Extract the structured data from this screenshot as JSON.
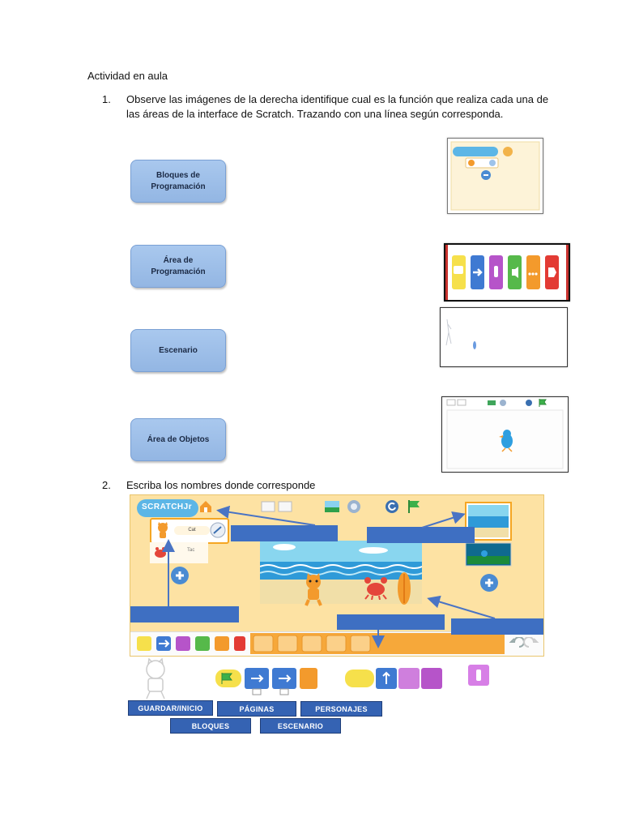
{
  "heading": "Actividad en aula",
  "questions": [
    {
      "number": "1.",
      "text": "Observe las imágenes de la derecha identifique cual es la función que realiza cada una de las áreas de la interface de Scratch. Trazando con una línea según corresponda."
    },
    {
      "number": "2.",
      "text": "Escriba los nombres donde corresponde"
    }
  ],
  "labels": [
    "Bloques de\nProgramación",
    "Área de\nProgramación",
    "Escenario",
    "Área de Objetos"
  ],
  "screenshot": {
    "logo": "SCRATCHJr",
    "sprite_cat_label": "Cat",
    "sprite_tac_label": "Tac"
  },
  "word_bank": {
    "row1": [
      "GUARDAR/INICIO",
      "PÁGINAS",
      "PERSONAJES"
    ],
    "row2": [
      "BLOQUES",
      "ESCENARIO"
    ]
  },
  "icons": [
    "home-icon",
    "plus-icon",
    "green-flag-icon",
    "undo-icon",
    "redo-icon",
    "fullscreen-icon",
    "background-icon",
    "camera-icon",
    "reset-icon"
  ],
  "colors": {
    "label_box": "#a9c8ee",
    "answer_blank": "#3e6fc2",
    "word_tile": "#3563b3",
    "arrow": "#4a74c4",
    "scratch_panel": "#fde2a3",
    "stage_sky": "#89d6ef",
    "stage_sand": "#f1dfa8"
  }
}
